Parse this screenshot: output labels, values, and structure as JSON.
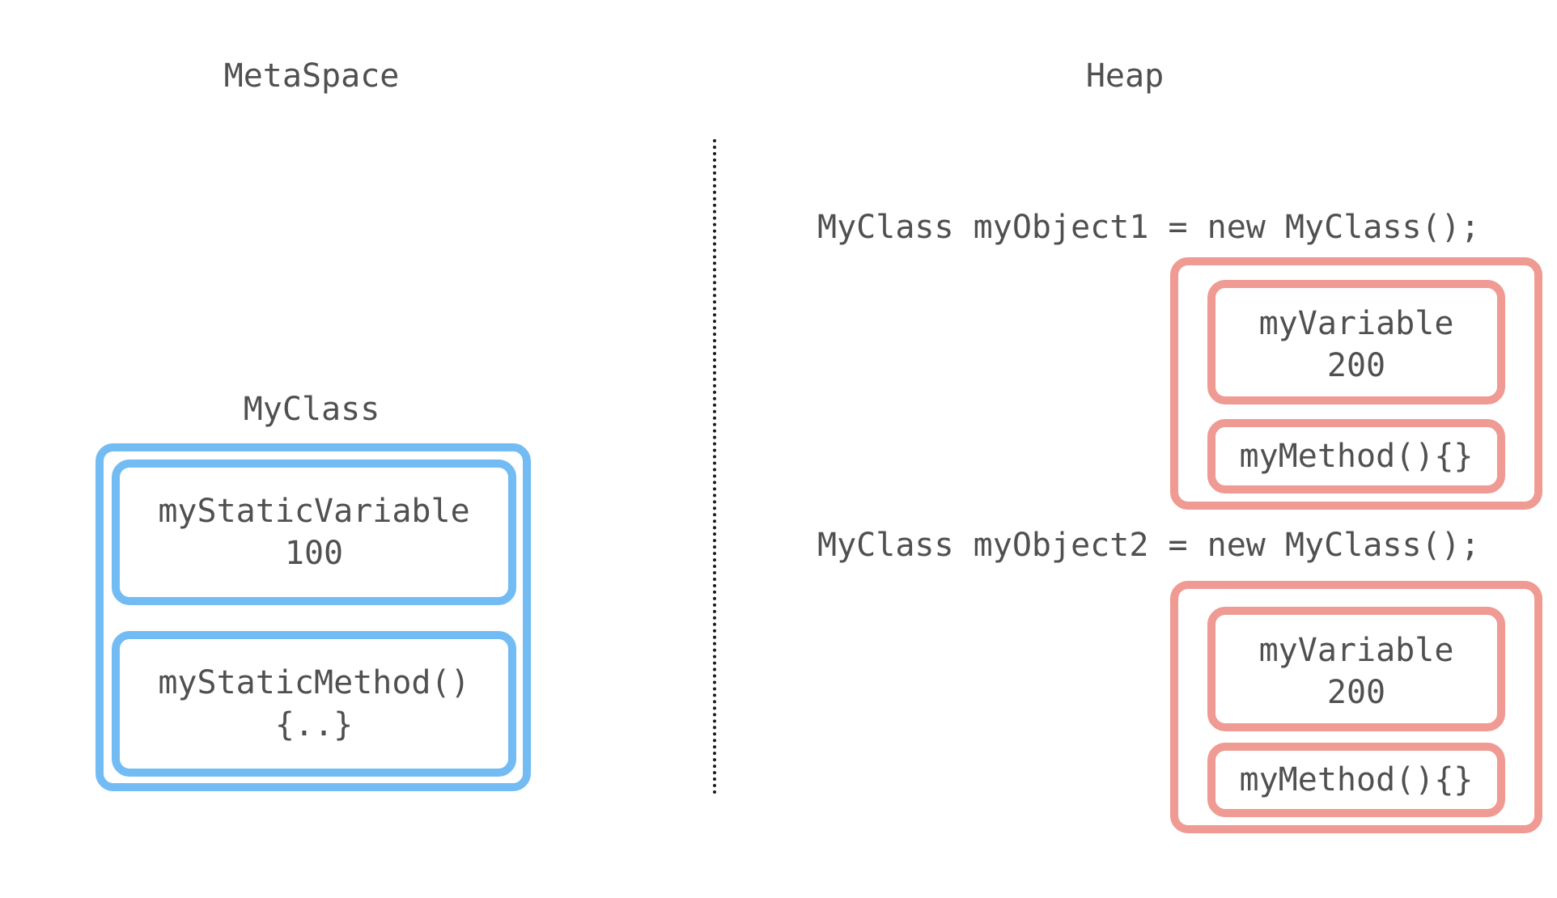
{
  "sections": {
    "left_title": "MetaSpace",
    "right_title": "Heap"
  },
  "metaspace": {
    "class_name": "MyClass",
    "static_variable": {
      "name": "myStaticVariable",
      "value": "100"
    },
    "static_method": {
      "signature": "myStaticMethod()",
      "body": "{..}"
    }
  },
  "heap": {
    "objects": [
      {
        "declaration": "MyClass myObject1 = new MyClass();",
        "variable_name": "myVariable",
        "variable_value": "200",
        "method": "myMethod(){}"
      },
      {
        "declaration": "MyClass myObject2 = new MyClass();",
        "variable_name": "myVariable",
        "variable_value": "200",
        "method": "myMethod(){}"
      }
    ]
  },
  "colors": {
    "metaspace_border": "#73bcf3",
    "heap_border": "#ef9a92",
    "text": "#505050",
    "divider": "#1a1a1a"
  }
}
